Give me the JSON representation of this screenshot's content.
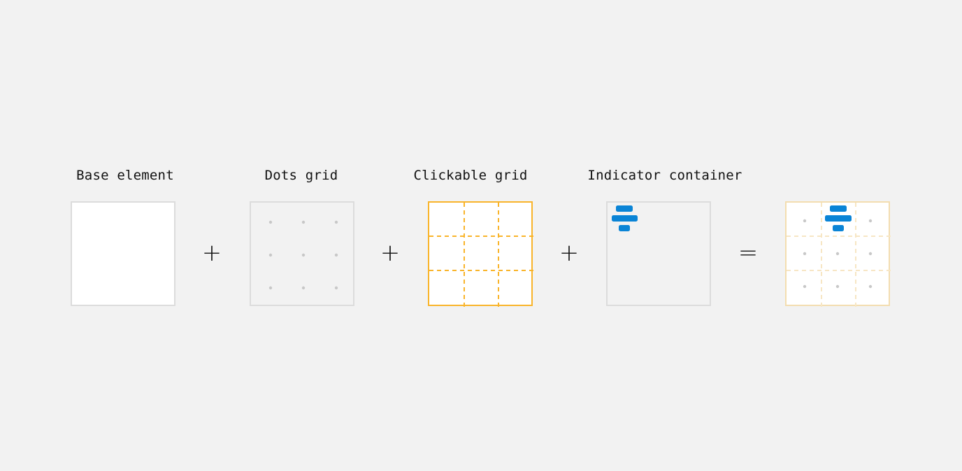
{
  "labels": {
    "base": "Base element",
    "dots": "Dots grid",
    "clickable": "Clickable grid",
    "indicator": "Indicator container"
  },
  "operators": {
    "plus": "+",
    "equals": "="
  },
  "colors": {
    "background": "#f2f2f2",
    "base_fill": "#ffffff",
    "box_border": "#dcdcdc",
    "dot": "#c8c8c8",
    "grid_accent": "#f9b42a",
    "grid_faded": "#f3ddb0",
    "indicator_blue": "#0a84d6"
  },
  "icons": {
    "indicator": "align-center-icon"
  }
}
